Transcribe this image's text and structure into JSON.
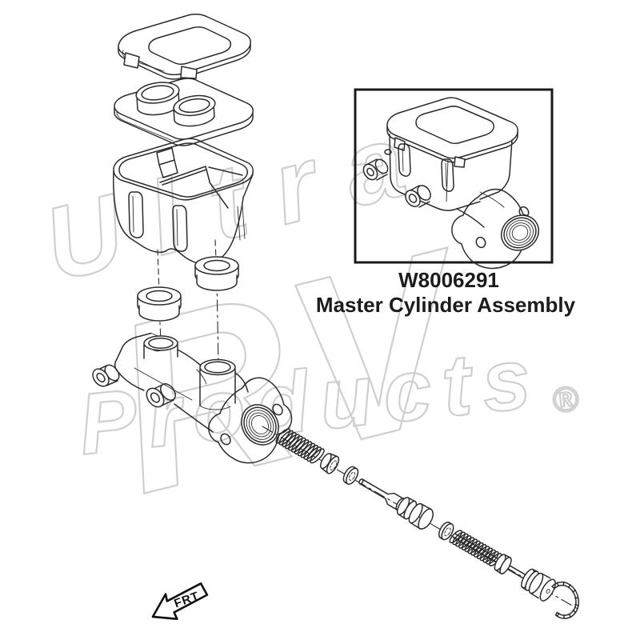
{
  "label": {
    "part_number": "W8006291",
    "part_name": "Master Cylinder Assembly"
  },
  "watermark": {
    "word1": "Ultra",
    "word2": "RV",
    "word3": "Products",
    "registered_mark": "®",
    "color": "#cfcfcf"
  },
  "direction_arrow": {
    "label": "FRT"
  },
  "colors": {
    "background": "#ffffff",
    "line_art": "#2b2b2b",
    "label_text": "#1c1c1c"
  }
}
